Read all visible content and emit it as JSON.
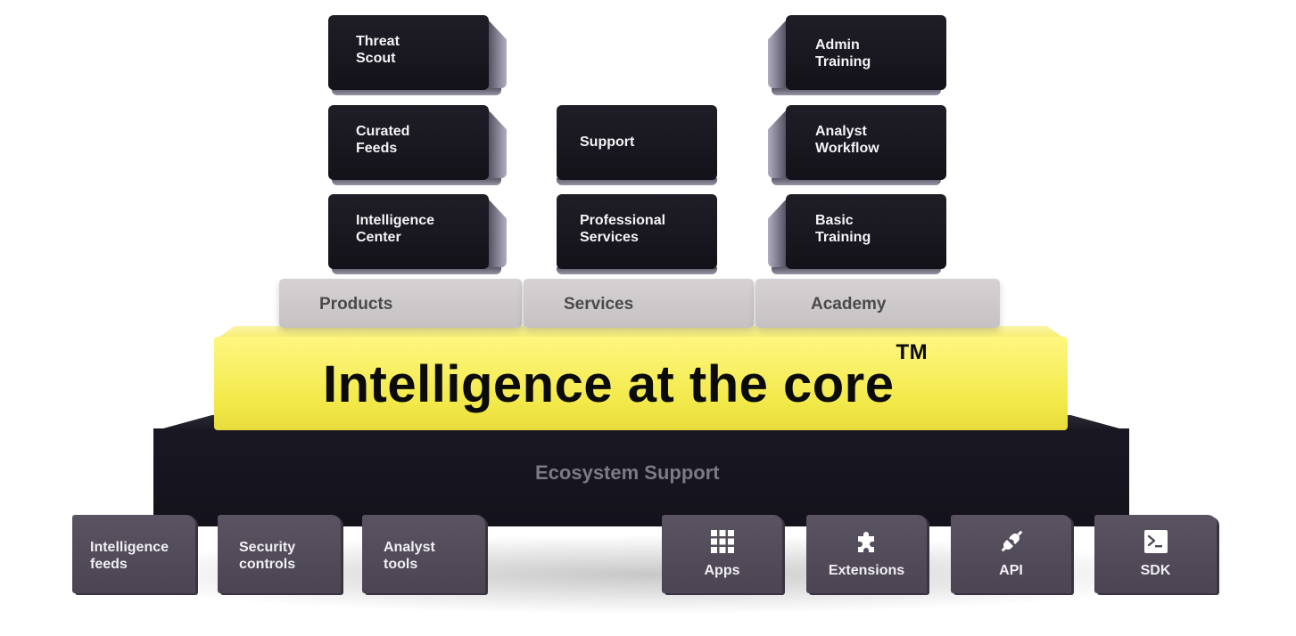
{
  "products": {
    "label": "Products",
    "items": [
      {
        "line1": "Threat",
        "line2": "Scout"
      },
      {
        "line1": "Curated",
        "line2": "Feeds"
      },
      {
        "line1": "Intelligence",
        "line2": "Center"
      }
    ]
  },
  "services": {
    "label": "Services",
    "items": [
      {
        "line1": "Support",
        "line2": ""
      },
      {
        "line1": "Professional",
        "line2": "Services"
      }
    ]
  },
  "academy": {
    "label": "Academy",
    "items": [
      {
        "line1": "Admin",
        "line2": "Training"
      },
      {
        "line1": "Analyst",
        "line2": "Workflow"
      },
      {
        "line1": "Basic",
        "line2": "Training"
      }
    ]
  },
  "core": {
    "title": "Intelligence at the core",
    "trademark": "TM"
  },
  "ecosystem": {
    "label": "Ecosystem Support",
    "left_tiles": [
      {
        "line1": "Intelligence",
        "line2": "feeds"
      },
      {
        "line1": "Security",
        "line2": "controls"
      },
      {
        "line1": "Analyst",
        "line2": "tools"
      }
    ],
    "right_tiles": [
      {
        "label": "Apps",
        "icon": "grid-icon"
      },
      {
        "label": "Extensions",
        "icon": "puzzle-icon"
      },
      {
        "label": "API",
        "icon": "plug-icon"
      },
      {
        "label": "SDK",
        "icon": "terminal-icon"
      }
    ]
  },
  "colors": {
    "core_yellow": "#f6ee5c",
    "block_dark": "#16141b",
    "shelf_grey": "#cfcacc",
    "tile_purple": "#524b5a",
    "eco_dark": "#16141d"
  }
}
